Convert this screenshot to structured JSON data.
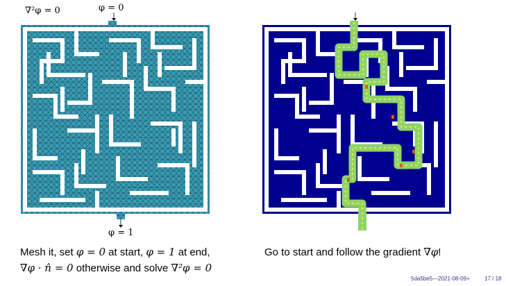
{
  "left_panel": {
    "laplace_label": "∇²φ = 0",
    "start_label": "φ = 0",
    "end_label": "φ = 1"
  },
  "captions": {
    "left_line1_a": "Mesh it, set ",
    "left_line1_b": "φ = 0",
    "left_line1_c": " at start, ",
    "left_line1_d": "φ = 1",
    "left_line1_e": " at end,",
    "left_line2_a": "∇φ · n̂ = 0",
    "left_line2_b": " otherwise and solve ",
    "left_line2_c": "∇²φ = 0",
    "right_a": "Go to start and follow the gradient ",
    "right_b": "∇φ",
    "right_c": "!"
  },
  "footer": {
    "version": "5da5be5—2021-08-09+",
    "page": "17 / 18"
  },
  "colors": {
    "mesh_fill": "#3a9fb8",
    "mesh_line": "#1b4f5e",
    "wall_left": "#ffffff",
    "flow_fill": "#00008f",
    "path_fill": "#8fd46a"
  }
}
